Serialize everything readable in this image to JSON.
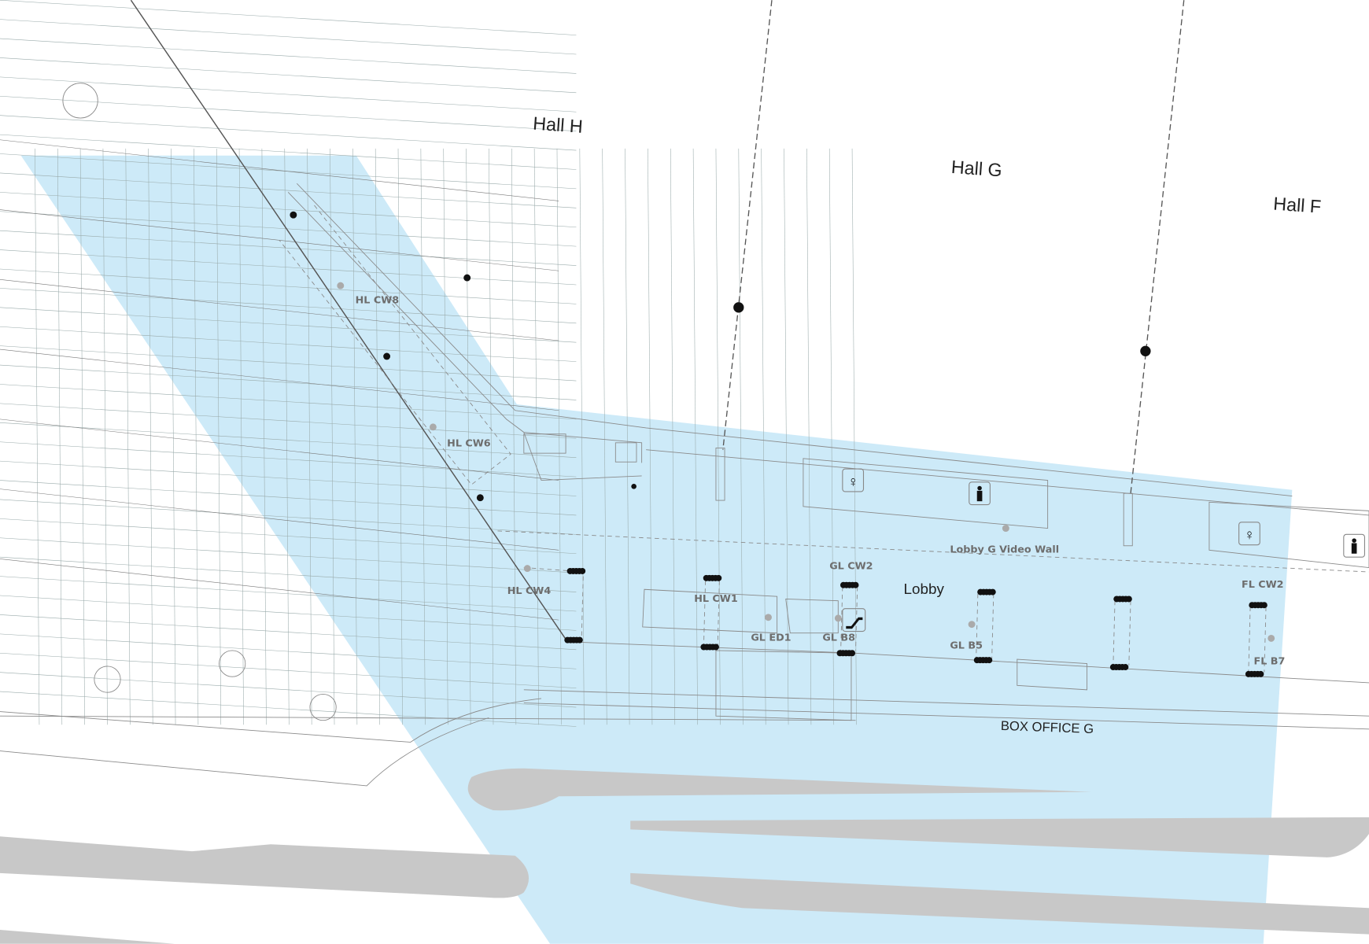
{
  "halls": [
    {
      "id": "hall-h",
      "label": "Hall H"
    },
    {
      "id": "hall-g",
      "label": "Hall G"
    },
    {
      "id": "hall-f",
      "label": "Hall F"
    }
  ],
  "areas": {
    "lobby": "Lobby",
    "video_wall": "Lobby G Video Wall",
    "box_office": "BOX OFFICE G"
  },
  "devices": [
    {
      "id": "hl-cw8",
      "label": "HL CW8"
    },
    {
      "id": "hl-cw6",
      "label": "HL CW6"
    },
    {
      "id": "hl-cw4",
      "label": "HL CW4"
    },
    {
      "id": "hl-cw1",
      "label": "HL CW1"
    },
    {
      "id": "gl-cw2",
      "label": "GL CW2"
    },
    {
      "id": "gl-ed1",
      "label": "GL ED1"
    },
    {
      "id": "gl-b8",
      "label": "GL B8"
    },
    {
      "id": "gl-b5",
      "label": "GL B5"
    },
    {
      "id": "fl-cw2",
      "label": "FL CW2"
    },
    {
      "id": "fl-b7",
      "label": "FL B7"
    }
  ],
  "colors": {
    "highlight": "#cdeaf8",
    "road": "#c8c8c8",
    "ink": "#222222",
    "label": "#6d6d6d"
  },
  "icons": [
    "restroom-women-icon",
    "restroom-men-icon",
    "escalator-icon"
  ]
}
